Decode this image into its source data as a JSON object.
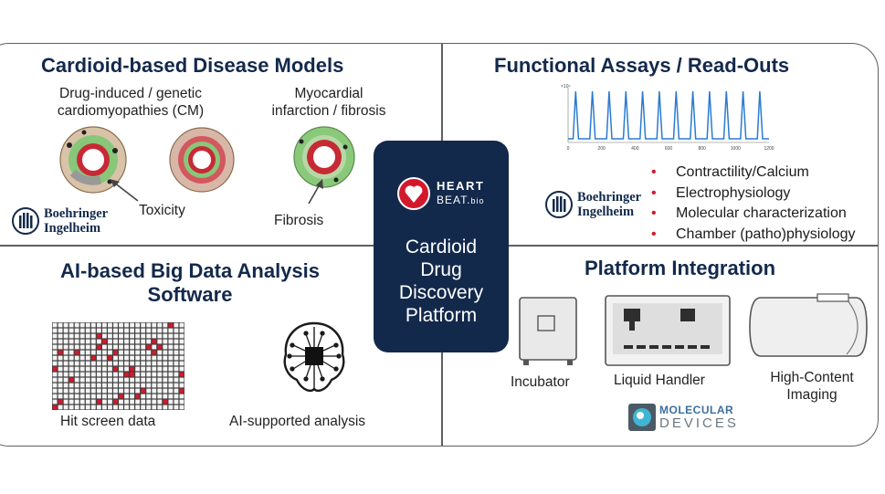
{
  "quadrants": {
    "disease_models": {
      "title": "Cardioid-based Disease Models",
      "cm_label": "Drug-induced / genetic cardiomyopathies (CM)",
      "cm_label_lines": [
        "Drug-induced / genetic",
        "cardiomyopathies (CM)"
      ],
      "mi_label_lines": [
        "Myocardial",
        "infarction / fibrosis"
      ],
      "toxicity_label": "Toxicity",
      "fibrosis_label": "Fibrosis",
      "partner_logo": [
        "Boehringer",
        "Ingelheim"
      ]
    },
    "functional_assays": {
      "title": "Functional Assays / Read-Outs",
      "plot_exponent": "×10⁴",
      "plot_ticks": [
        "0",
        "200",
        "400",
        "600",
        "800",
        "1000",
        "1200"
      ],
      "bullets": [
        "Contractility/Calcium",
        "Electrophysiology",
        "Molecular characterization",
        "Chamber (patho)physiology"
      ],
      "partner_logo": [
        "Boehringer",
        "Ingelheim"
      ]
    },
    "ai_analysis": {
      "title_lines": [
        "AI-based Big Data Analysis",
        "Software"
      ],
      "hit_screen_label": "Hit screen data",
      "ai_label": "AI-supported analysis"
    },
    "platform_integration": {
      "title": "Platform Integration",
      "devices": [
        "Incubator",
        "Liquid Handler"
      ],
      "imaging_label_lines": [
        "High-Content",
        "Imaging"
      ],
      "partner_logo": [
        "MOLECULAR",
        "DEVICES"
      ]
    }
  },
  "center": {
    "logo_line1": "HEART",
    "logo_line2": "BEAT.",
    "logo_suffix": "bio",
    "title_lines": [
      "Cardioid",
      "Drug",
      "Discovery",
      "Platform"
    ]
  },
  "colors": {
    "navy": "#13294b",
    "red": "#d3182c",
    "green": "#7cc46a",
    "plot_blue": "#2a7bd1"
  }
}
